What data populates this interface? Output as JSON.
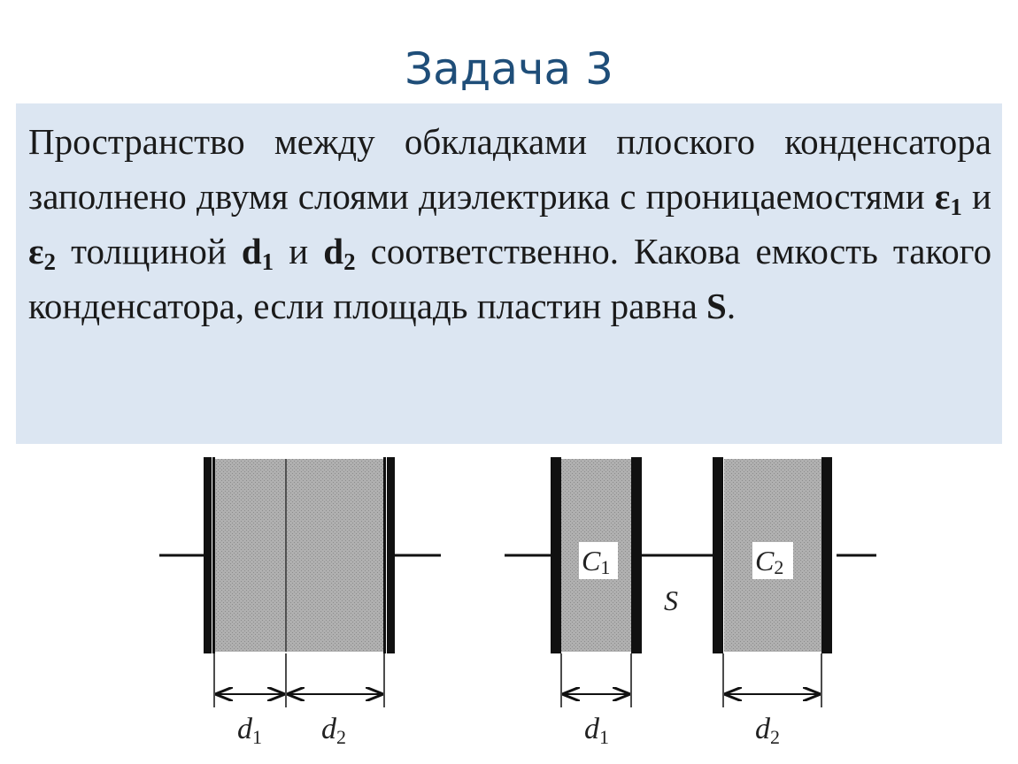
{
  "title": "Задача 3",
  "problem": {
    "seg1": "Пространство между обкладками плоского конденсатора заполнено двумя слоями диэлектрика с проницаемостями",
    "eps": "ε",
    "sub1": "1",
    "and1": "и",
    "sub2": "2",
    "seg2": "толщиной",
    "d": "d",
    "and2": "и",
    "seg3": "соответственно. Какова емкость такого конденсатора, если площадь пластин равна",
    "S": "S",
    "end": "."
  },
  "diagram": {
    "series_capacitor": {
      "labels": [
        "d",
        "d"
      ],
      "subs": [
        "1",
        "2"
      ]
    },
    "split_capacitors": {
      "cap_labels": [
        "C",
        "C"
      ],
      "cap_subs": [
        "1",
        "2"
      ],
      "area_label": "S",
      "labels": [
        "d",
        "d"
      ],
      "subs": [
        "1",
        "2"
      ]
    },
    "colors": {
      "dielectric": "#a9a9a9",
      "plate": "#111111",
      "box": "#dce6f2",
      "title": "#1f4e79"
    }
  }
}
